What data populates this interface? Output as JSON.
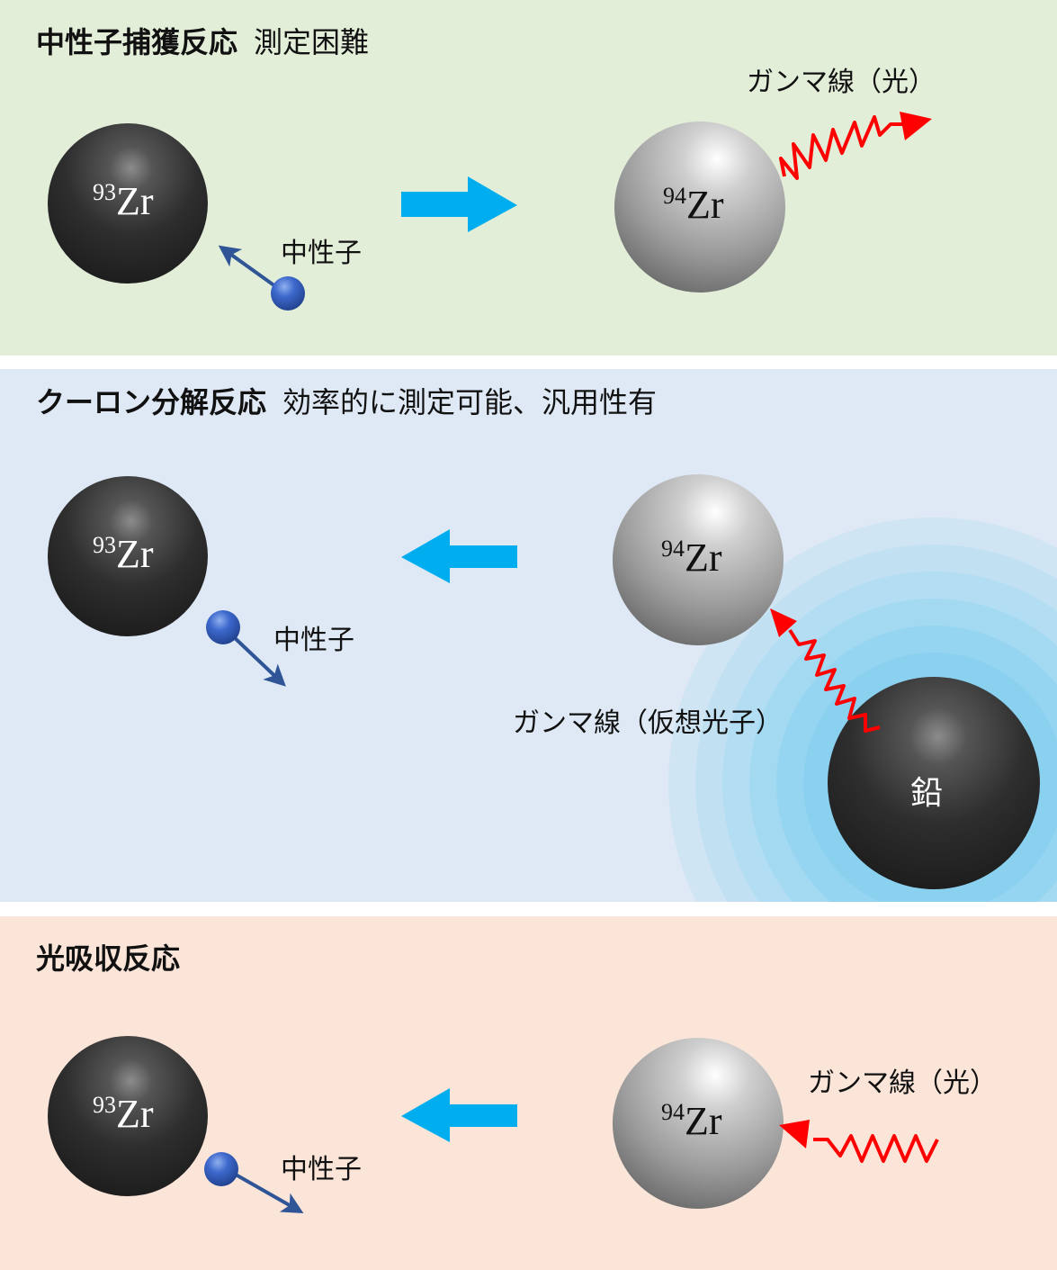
{
  "panels": [
    {
      "heading_bold": "中性子捕獲反応",
      "heading_note": "測定困難",
      "left_nucleus": {
        "mass": "93",
        "symbol": "Zr"
      },
      "right_nucleus": {
        "mass": "94",
        "symbol": "Zr"
      },
      "neutron_label": "中性子",
      "gamma_label": "ガンマ線（光）",
      "arrow_direction": "right"
    },
    {
      "heading_bold": "クーロン分解反応",
      "heading_note": "効率的に測定可能、汎用性有",
      "left_nucleus": {
        "mass": "93",
        "symbol": "Zr"
      },
      "right_nucleus": {
        "mass": "94",
        "symbol": "Zr"
      },
      "neutron_label": "中性子",
      "gamma_label": "ガンマ線（仮想光子）",
      "lead_label": "鉛",
      "arrow_direction": "left"
    },
    {
      "heading_bold": "光吸収反応",
      "heading_note": "",
      "left_nucleus": {
        "mass": "93",
        "symbol": "Zr"
      },
      "right_nucleus": {
        "mass": "94",
        "symbol": "Zr"
      },
      "neutron_label": "中性子",
      "gamma_label": "ガンマ線（光）",
      "arrow_direction": "left"
    }
  ],
  "colors": {
    "panel1_bg": "#e3eed9",
    "panel2_bg": "#dee9f5",
    "panel3_bg": "#fbe4d8",
    "reaction_arrow": "#00aeef",
    "gamma_wave": "#ff0000",
    "neutron_arrow": "#2f5597",
    "field_rings": "#5bc4f0"
  }
}
